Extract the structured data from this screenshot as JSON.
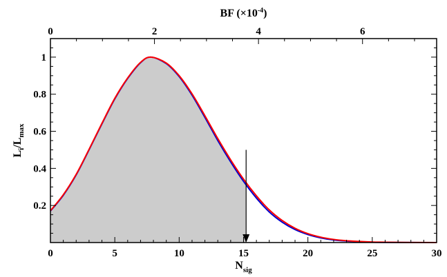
{
  "chart_data": {
    "type": "line",
    "xlabel": {
      "main": "N",
      "sub": "sig"
    },
    "ylabel": {
      "main": "L",
      "sub1": "i",
      "mid": "/L",
      "sub2": "max"
    },
    "top_xlabel": {
      "pre": "BF (×10",
      "sup": "-4",
      "post": ")"
    },
    "xlim": [
      0,
      30
    ],
    "ylim": [
      0,
      1.1
    ],
    "top_xlim": [
      0,
      7.425
    ],
    "x_ticks": [
      0,
      5,
      10,
      15,
      20,
      25,
      30
    ],
    "y_ticks": [
      0.2,
      0.4,
      0.6,
      0.8,
      1
    ],
    "top_ticks": [
      0,
      2,
      4,
      6
    ],
    "grid": false,
    "series": [
      {
        "color": "#0000cc",
        "x": [
          0,
          1,
          2,
          3,
          4,
          5,
          6,
          7,
          7.8,
          9,
          10,
          11,
          12,
          13,
          14,
          15,
          16,
          17,
          18,
          19,
          20,
          21,
          22,
          23,
          24,
          25,
          26,
          28,
          30
        ],
        "y": [
          0.17,
          0.255,
          0.365,
          0.5,
          0.64,
          0.775,
          0.885,
          0.97,
          1.0,
          0.965,
          0.895,
          0.795,
          0.675,
          0.55,
          0.435,
          0.33,
          0.24,
          0.165,
          0.11,
          0.07,
          0.043,
          0.025,
          0.014,
          0.008,
          0.004,
          0.002,
          0.001,
          0.0003,
          0.0001
        ]
      },
      {
        "color": "#ff0000",
        "x": [
          0,
          1,
          2,
          3,
          4,
          5,
          6,
          7,
          7.8,
          9,
          10,
          11,
          12,
          13,
          14,
          15,
          16,
          17,
          18,
          19,
          20,
          21,
          22,
          23,
          24,
          25,
          26,
          28,
          30
        ],
        "y": [
          0.172,
          0.258,
          0.368,
          0.503,
          0.643,
          0.778,
          0.888,
          0.972,
          1.0,
          0.968,
          0.9,
          0.802,
          0.684,
          0.561,
          0.446,
          0.342,
          0.252,
          0.176,
          0.119,
          0.077,
          0.048,
          0.029,
          0.017,
          0.01,
          0.006,
          0.003,
          0.002,
          0.0005,
          0.0001
        ]
      }
    ],
    "shaded_region": {
      "x_from": 0,
      "x_to": 15.2,
      "color": "#cccccc"
    },
    "limit_marker": {
      "x": 15.2,
      "y_top": 0.5
    }
  }
}
